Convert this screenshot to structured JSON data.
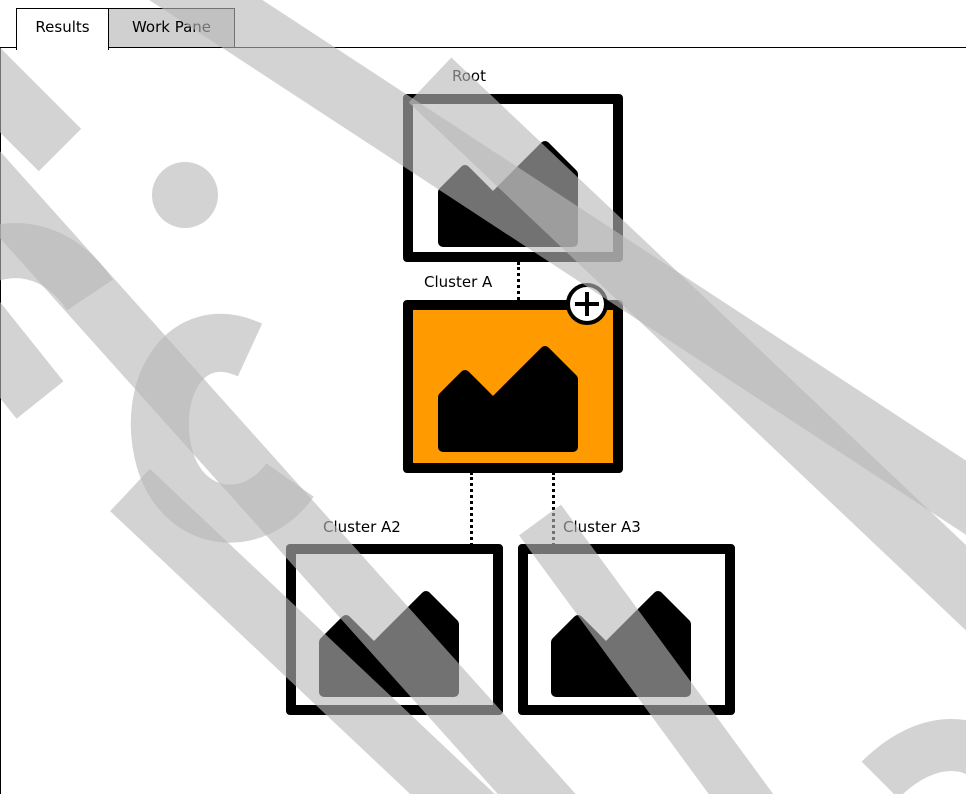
{
  "tabs": [
    {
      "label": "Results",
      "active": true
    },
    {
      "label": "Work Pane",
      "active": false
    }
  ],
  "tree": {
    "root": {
      "label": "Root",
      "icon": "image-icon",
      "selected": false
    },
    "cluster_a": {
      "label": "Cluster A",
      "icon": "image-icon",
      "selected": true,
      "action": "expand-plus-icon"
    },
    "cluster_a2": {
      "label": "Cluster A2",
      "icon": "image-icon",
      "selected": false
    },
    "cluster_a3": {
      "label": "Cluster A3",
      "icon": "image-icon",
      "selected": false
    }
  },
  "colors": {
    "selected_fill": "#ff9a00",
    "watermark": "#cccccc",
    "tab_inactive": "#d0d0d0"
  }
}
